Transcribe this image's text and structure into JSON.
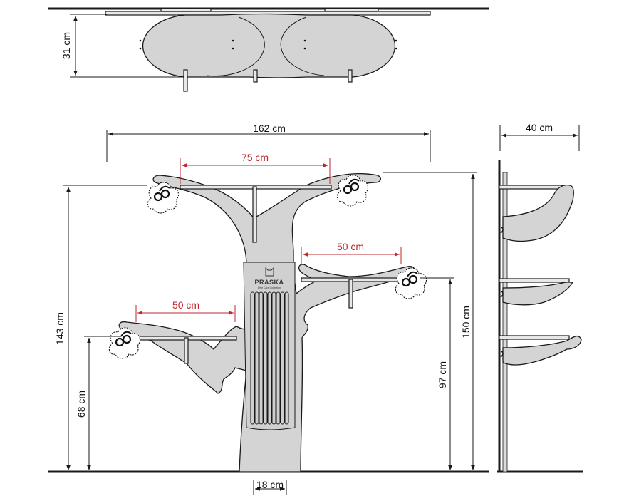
{
  "top_view": {
    "depth_label": "31 cm"
  },
  "front_view": {
    "width_label": "162 cm",
    "top_shelf_label": "75 cm",
    "right_shelf_label": "50 cm",
    "left_shelf_label": "50 cm",
    "trunk_width_label": "18 cm",
    "overall_height_label": "143 cm",
    "left_shelf_height_label": "68 cm",
    "right_shelf_height_label": "97 cm",
    "total_height_label": "150 cm",
    "brand": "PRASKA",
    "brand_tagline": "Dive Cara Collection"
  },
  "side_view": {
    "depth_label": "40 cm"
  }
}
